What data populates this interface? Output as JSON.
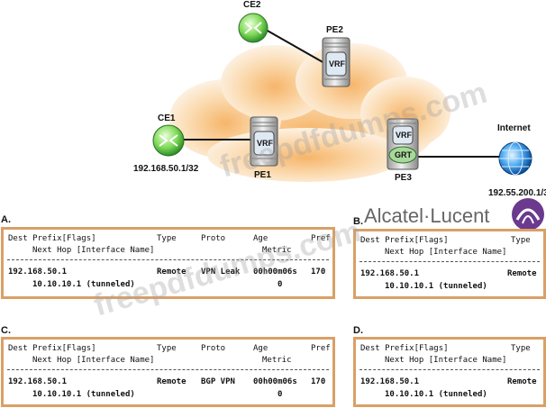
{
  "nodes": {
    "ce2": "CE2",
    "pe2": "PE2",
    "ce1": "CE1",
    "ce1_ip": "192.168.50.1/32",
    "pe1": "PE1",
    "pe3": "PE3",
    "internet": "Internet",
    "internet_ip": "192.55.200.1/3",
    "vrf": "VRF",
    "grt": "GRT"
  },
  "brand": "Alcatel·Lucent",
  "watermark": {
    "line1": "freepdfdumps.com",
    "line2": "freepdfdumps.com"
  },
  "options": [
    {
      "letter": "A.",
      "header1": [
        "Dest Prefix[Flags]",
        "Type",
        "Proto",
        "Age",
        "Pref"
      ],
      "header2": [
        "Next Hop [Interface Name]",
        "Metric"
      ],
      "row1": [
        "192.168.50.1",
        "Remote",
        "VPN Leak",
        "00h00m06s",
        "170"
      ],
      "row2": [
        "10.10.10.1 (tunneled)",
        "0"
      ]
    },
    {
      "letter": "B.",
      "header1": [
        "Dest Prefix[Flags]",
        "Type"
      ],
      "header2": [
        "Next Hop [Interface Name]"
      ],
      "row1": [
        "192.168.50.1",
        "Remote"
      ],
      "row2": [
        "10.10.10.1 (tunneled)"
      ]
    },
    {
      "letter": "C.",
      "header1": [
        "Dest Prefix[Flags]",
        "Type",
        "Proto",
        "Age",
        "Pref"
      ],
      "header2": [
        "Next Hop [Interface Name]",
        "Metric"
      ],
      "row1": [
        "192.168.50.1",
        "Remote",
        "BGP VPN",
        "00h00m06s",
        "170"
      ],
      "row2": [
        "10.10.10.1 (tunneled)",
        "0"
      ]
    },
    {
      "letter": "D.",
      "header1": [
        "Dest Prefix[Flags]",
        "Type"
      ],
      "header2": [
        "Next Hop [Interface Name]"
      ],
      "row1": [
        "192.168.50.1",
        "Remote"
      ],
      "row2": [
        "10.10.10.1 (tunneled)"
      ]
    }
  ]
}
